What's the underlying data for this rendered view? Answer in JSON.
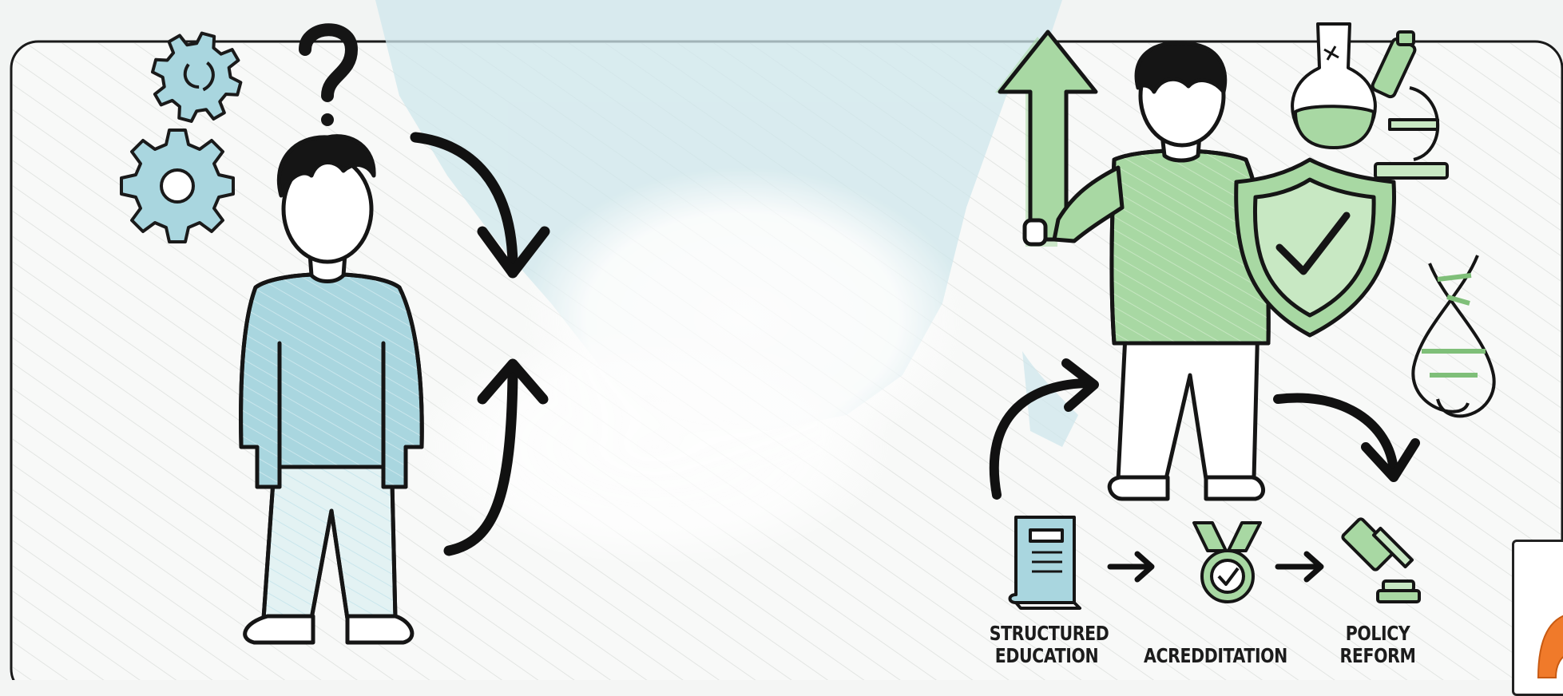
{
  "labels": {
    "structured_line1": "STRUCTURED",
    "structured_line2": "EDUCATION",
    "accreditation": "ACREDDITATION",
    "policy_line1": "POLICY",
    "policy_line2": "REFORM"
  },
  "icons": [
    "gears-icon",
    "question-mark-icon",
    "confused-person",
    "cycle-arrows",
    "growth-arrow-icon",
    "confident-person",
    "shield-check-icon",
    "flask-icon",
    "microscope-icon",
    "dna-icon",
    "book-icon",
    "medal-icon",
    "gavel-icon",
    "logo-badge"
  ],
  "colors": {
    "blue_fill": "#a9d6df",
    "green_fill": "#a8d8a3",
    "stroke": "#151515",
    "card_bg": "#f8f9f8",
    "accent_orange": "#f07a2a"
  }
}
